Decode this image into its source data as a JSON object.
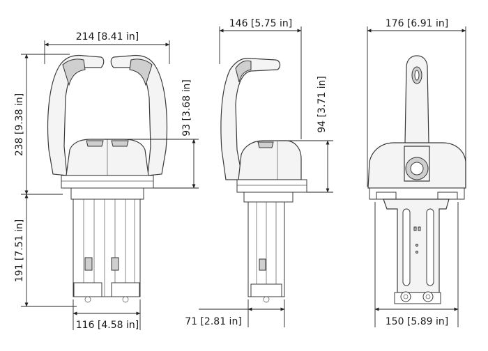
{
  "dimensions": {
    "front_width": "214 [8.41 in]",
    "front_height": "238 [9.38 in]",
    "front_lower": "191 [7.51 in]",
    "front_upper": "93 [3.68 in]",
    "front_base_width": "116 [4.58 in]",
    "side_width": "146 [5.75 in]",
    "side_upper": "94 [3.71 in]",
    "side_base_width": "71 [2.81 in]",
    "back_width": "176 [6.91 in]",
    "back_base_width": "150 [5.89 in]"
  }
}
